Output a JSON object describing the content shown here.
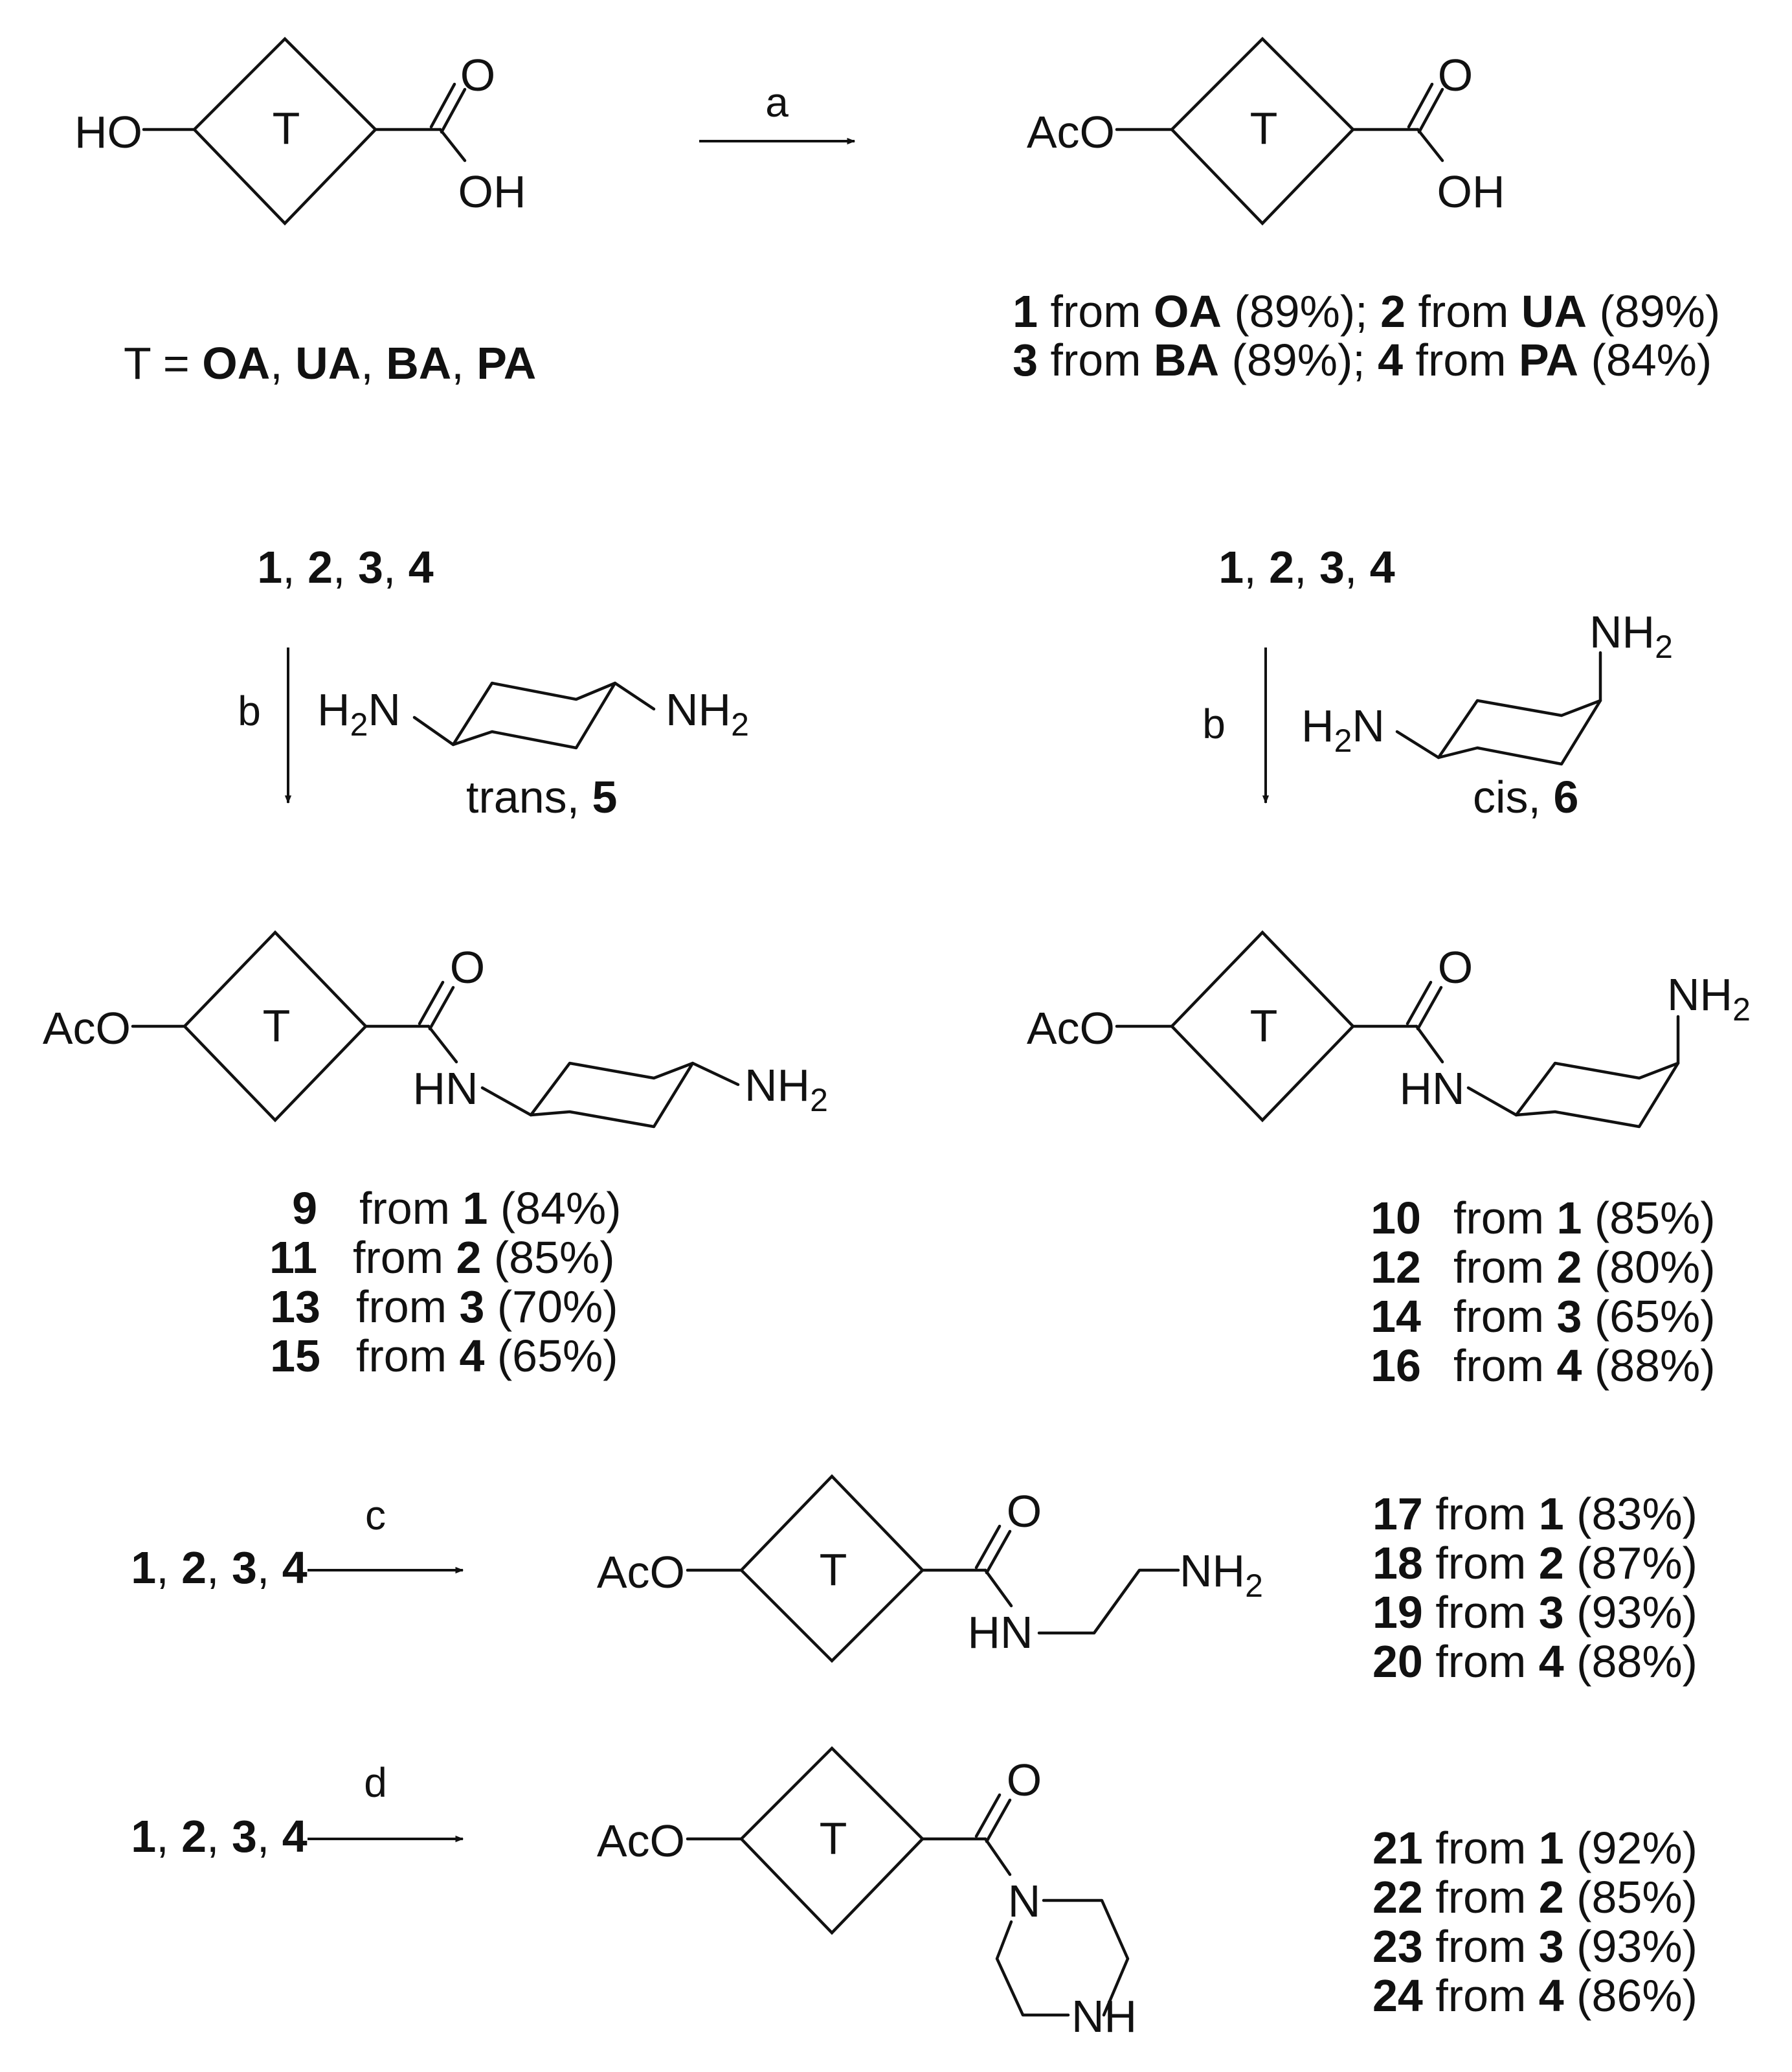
{
  "ring_label": "T",
  "groups": {
    "HO": "HO",
    "AcO": "AcO",
    "O": "O",
    "OH": "OH",
    "HN": "HN",
    "N": "N",
    "NH": "NH",
    "NH2": "NH",
    "sub2": "2",
    "H2N_H": "H",
    "H2N_N": "N"
  },
  "t_def": {
    "prefix": "T = ",
    "items": [
      "OA",
      "UA",
      "BA",
      "PA"
    ],
    "sep": ", "
  },
  "reagents": {
    "a": "a",
    "b": "b",
    "c": "c",
    "d": "d"
  },
  "diamines": {
    "trans": {
      "word": "trans, ",
      "num": "5"
    },
    "cis": {
      "word": "cis, ",
      "num": "6"
    }
  },
  "step_a_products": [
    [
      {
        "num": "1",
        "from": " from ",
        "src": "OA",
        "yield": " (89%); "
      },
      {
        "num": "2",
        "from": " from ",
        "src": "UA",
        "yield": " (89%)"
      }
    ],
    [
      {
        "num": "3",
        "from": " from ",
        "src": "BA",
        "yield": " (89%); "
      },
      {
        "num": "4",
        "from": " from ",
        "src": "PA",
        "yield": " (84%)"
      }
    ]
  ],
  "starting_list": {
    "items": [
      "1",
      "2",
      "3",
      "4"
    ],
    "sep": ", "
  },
  "trans_products": [
    {
      "num": "9",
      "from": "from ",
      "src": "1",
      "yield": " (84%)"
    },
    {
      "num": "11",
      "from": "from ",
      "src": "2",
      "yield": " (85%)"
    },
    {
      "num": "13",
      "from": "from ",
      "src": "3",
      "yield": " (70%)"
    },
    {
      "num": "15",
      "from": "from ",
      "src": "4",
      "yield": " (65%)"
    }
  ],
  "cis_products": [
    {
      "num": "10",
      "from": "from ",
      "src": "1",
      "yield": " (85%)"
    },
    {
      "num": "12",
      "from": "from ",
      "src": "2",
      "yield": " (80%)"
    },
    {
      "num": "14",
      "from": "from ",
      "src": "3",
      "yield": " (65%)"
    },
    {
      "num": "16",
      "from": "from ",
      "src": "4",
      "yield": " (88%)"
    }
  ],
  "c_products": [
    {
      "num": "17",
      "from": " from ",
      "src": "1",
      "yield": " (83%)"
    },
    {
      "num": "18",
      "from": " from ",
      "src": "2",
      "yield": " (87%)"
    },
    {
      "num": "19",
      "from": " from ",
      "src": "3",
      "yield": " (93%)"
    },
    {
      "num": "20",
      "from": " from ",
      "src": "4",
      "yield": " (88%)"
    }
  ],
  "d_products": [
    {
      "num": "21",
      "from": " from ",
      "src": "1",
      "yield": " (92%)"
    },
    {
      "num": "22",
      "from": " from ",
      "src": "2",
      "yield": " (85%)"
    },
    {
      "num": "23",
      "from": " from ",
      "src": "3",
      "yield": " (93%)"
    },
    {
      "num": "24",
      "from": " from ",
      "src": "4",
      "yield": " (86%)"
    }
  ]
}
